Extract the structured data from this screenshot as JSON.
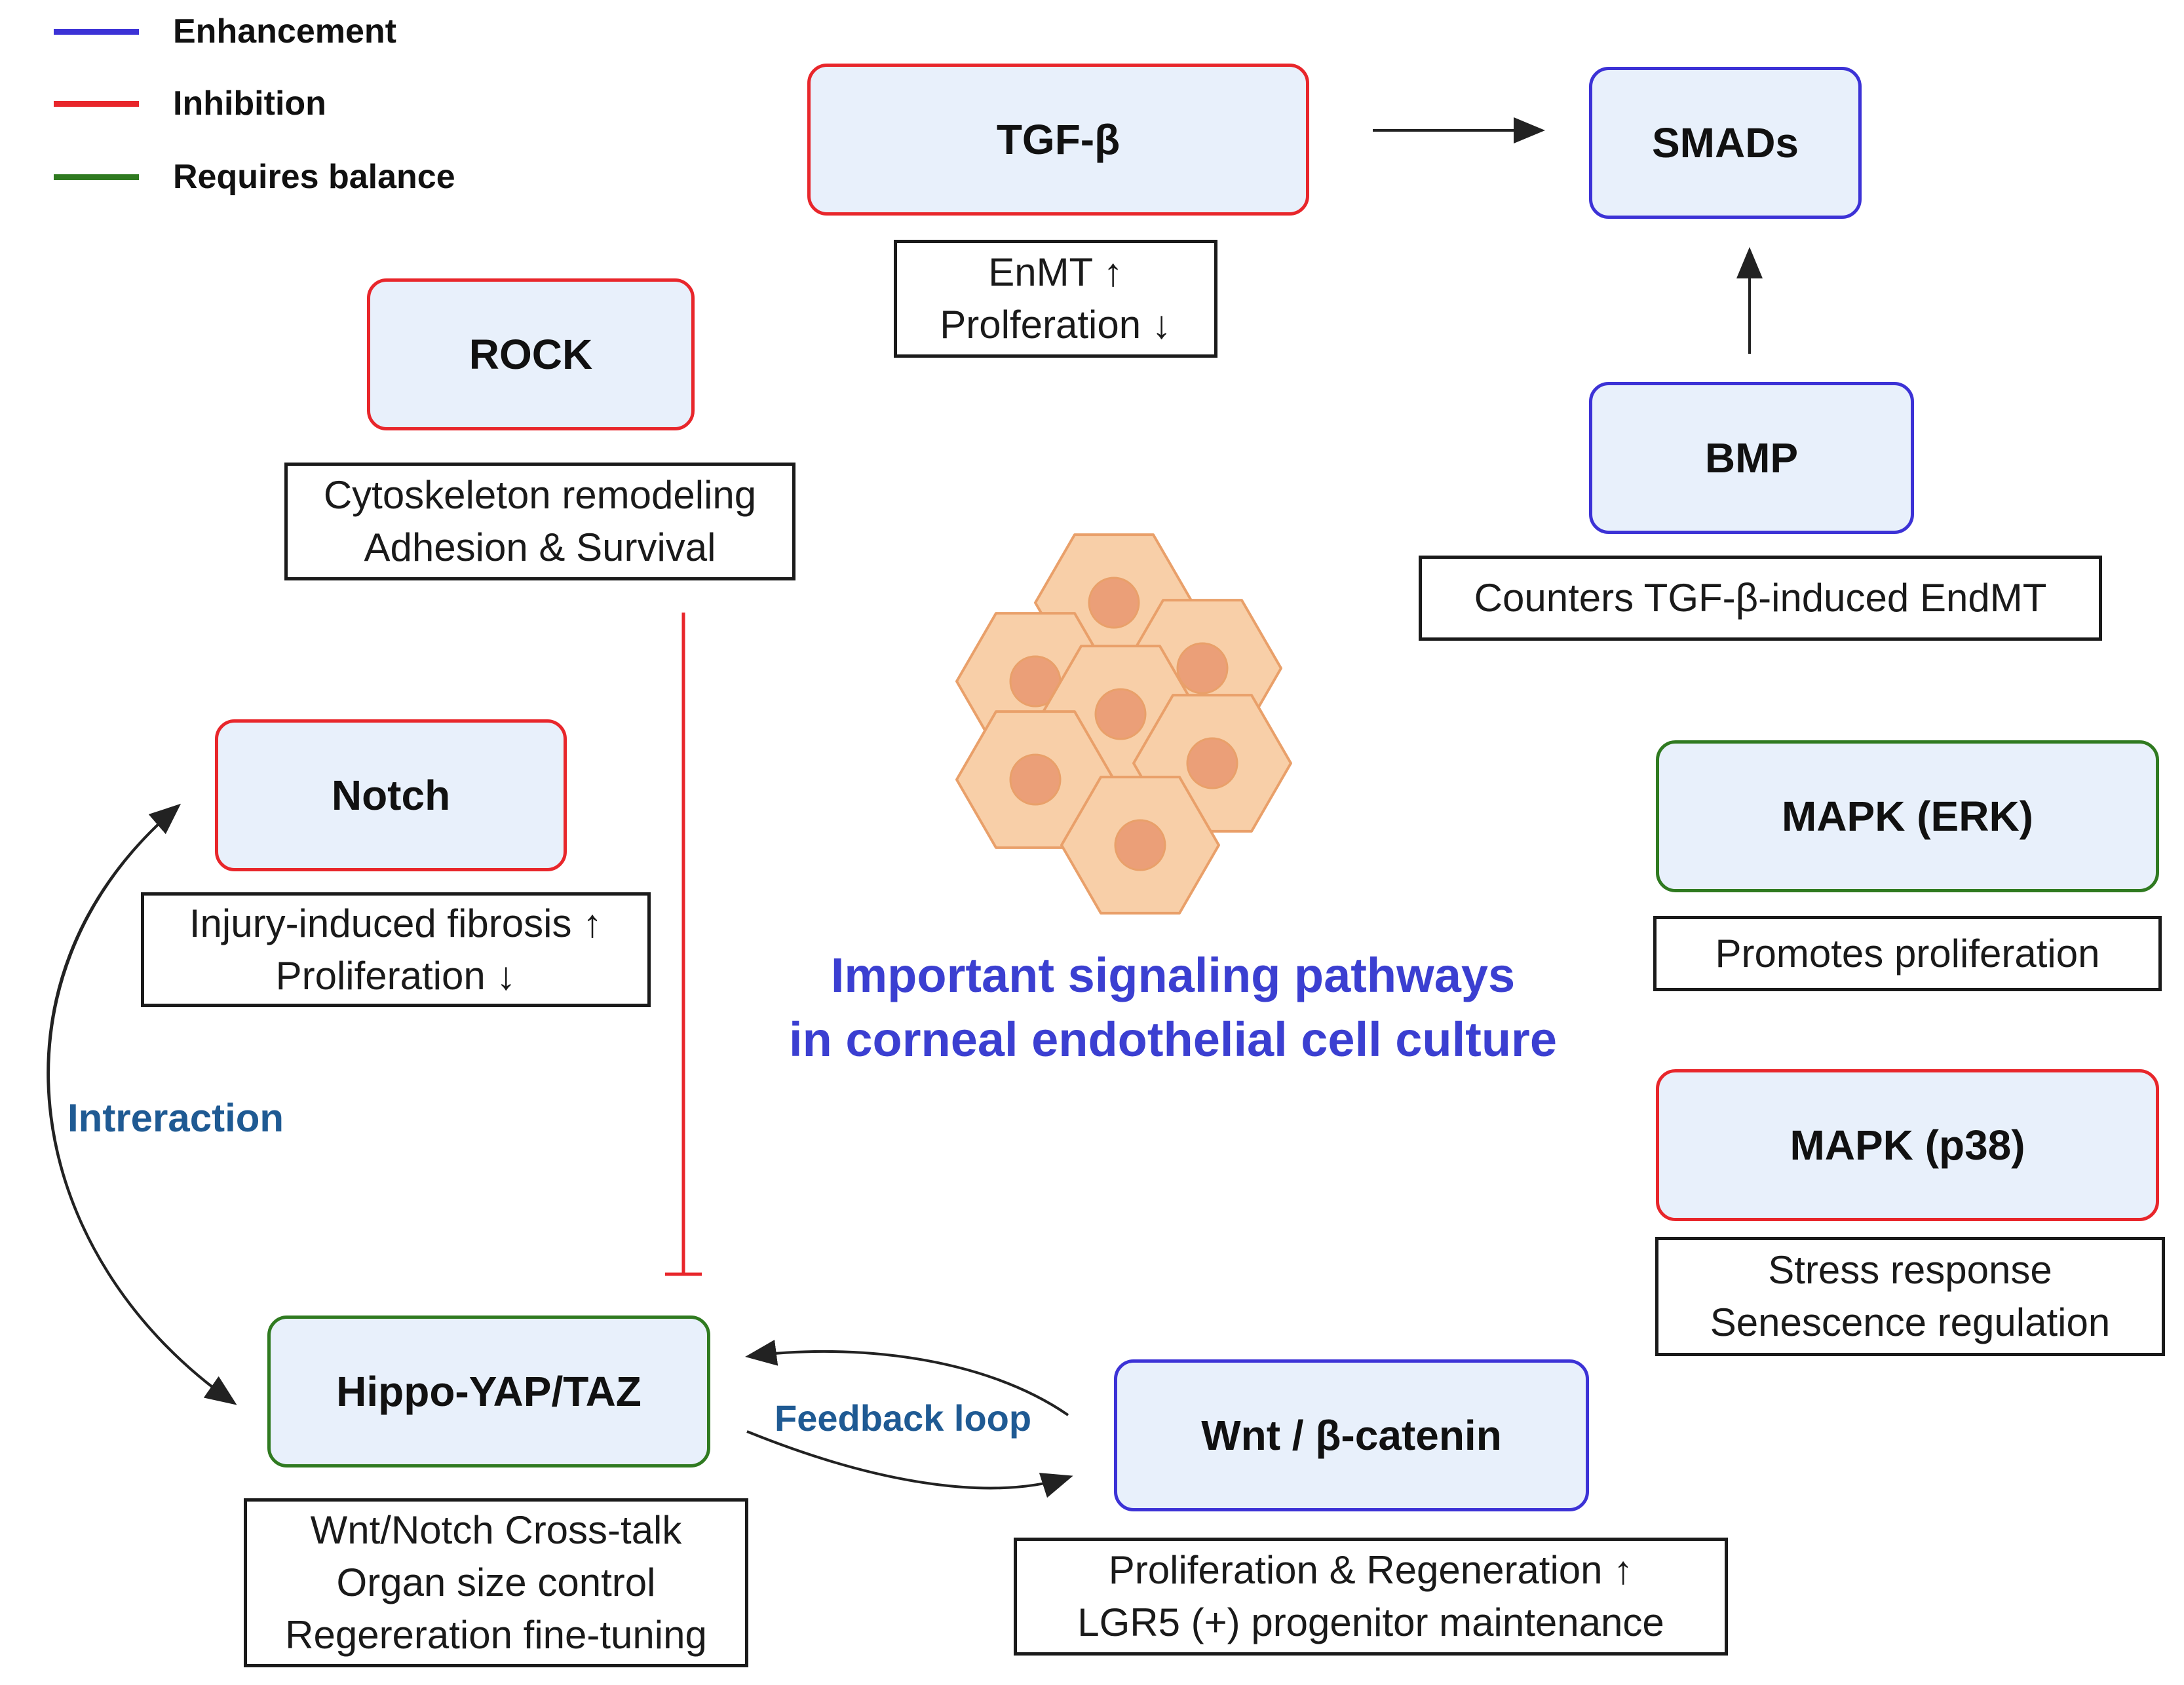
{
  "legend": [
    {
      "label": "Enhancement",
      "color": "#3c32d6"
    },
    {
      "label": "Inhibition",
      "color": "#e8262b"
    },
    {
      "label": "Requires balance",
      "color": "#2f7a20"
    }
  ],
  "colors": {
    "enhancement": "#3c32d6",
    "inhibition": "#e8262b",
    "balance": "#2f7a20",
    "node_fill": "#e8f0fb",
    "title": "#3b3fd1",
    "edge_label": "#1f5a93",
    "cell_fill": "#f8cfa8",
    "cell_stroke": "#e9a06a",
    "nucleus_fill": "#eb9f78"
  },
  "title": {
    "line1": "Important signaling pathways",
    "line2": "in corneal endothelial cell culture"
  },
  "nodes": {
    "tgfb": {
      "label": "TGF-β",
      "role": "inhibition",
      "notes": [
        "EnMT ↑",
        "Prolferation ↓"
      ]
    },
    "smads": {
      "label": "SMADs",
      "role": "enhancement"
    },
    "bmp": {
      "label": "BMP",
      "role": "enhancement",
      "notes": [
        "Counters TGF-β-induced EndMT"
      ]
    },
    "rock": {
      "label": "ROCK",
      "role": "inhibition",
      "notes": [
        "Cytoskeleton remodeling",
        "Adhesion & Survival"
      ]
    },
    "notch": {
      "label": "Notch",
      "role": "inhibition",
      "notes": [
        "Injury-induced fibrosis ↑",
        "Proliferation ↓"
      ]
    },
    "mapk_erk": {
      "label": "MAPK (ERK)",
      "role": "balance",
      "notes": [
        "Promotes proliferation"
      ]
    },
    "mapk_p38": {
      "label": "MAPK (p38)",
      "role": "inhibition",
      "notes": [
        "Stress response",
        "Senescence regulation"
      ]
    },
    "hippo": {
      "label": "Hippo-YAP/TAZ",
      "role": "balance",
      "notes": [
        "Wnt/Notch Cross-talk",
        "Organ size control",
        "Regereration fine-tuning"
      ]
    },
    "wnt": {
      "label": "Wnt / β-catenin",
      "role": "enhancement",
      "notes": [
        "Proliferation & Regeneration ↑",
        "LGR5 (+) progenitor maintenance"
      ]
    }
  },
  "edge_labels": {
    "interaction": "Intreraction",
    "feedback": "Feedback loop"
  },
  "image": {
    "icon": "corneal-endothelial-cells-illustration"
  }
}
